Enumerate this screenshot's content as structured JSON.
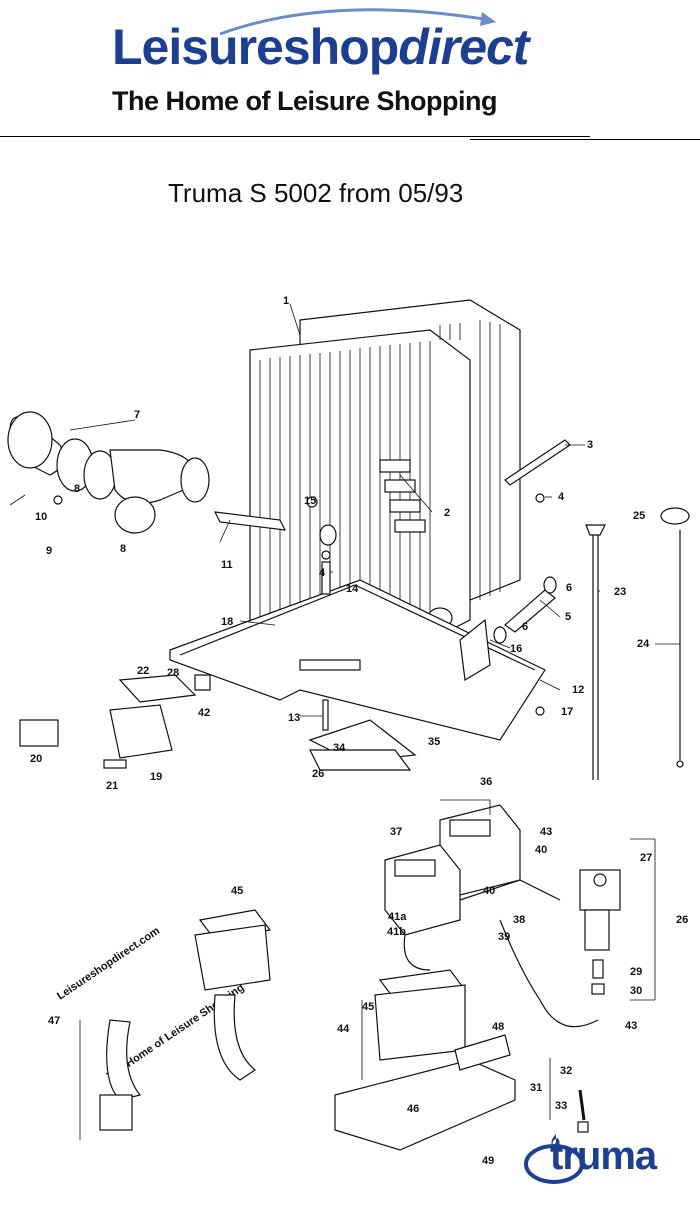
{
  "header": {
    "brand_main": "Leisureshop",
    "brand_accent": "direct",
    "tagline": "The Home of Leisure Shopping",
    "brand_color": "#1d3f91"
  },
  "title": "Truma S 5002 from 05/93",
  "watermark": {
    "line1": "Leisureshopdirect.com",
    "line2": "The Home of Leisure Shopping"
  },
  "diagram": {
    "part_labels": [
      "1",
      "2",
      "3",
      "4",
      "4",
      "5",
      "6",
      "6",
      "7",
      "8",
      "8",
      "9",
      "10",
      "11",
      "12",
      "13",
      "14",
      "15",
      "16",
      "17",
      "18",
      "19",
      "20",
      "21",
      "22",
      "23",
      "24",
      "25",
      "26",
      "26",
      "27",
      "28",
      "29",
      "30",
      "31",
      "32",
      "33",
      "34",
      "35",
      "36",
      "37",
      "38",
      "39",
      "40",
      "40",
      "41a",
      "41b",
      "42",
      "43",
      "43",
      "44",
      "45",
      "45",
      "46",
      "47",
      "48",
      "49"
    ]
  },
  "footer_logo": {
    "text": "truma",
    "color": "#1d3f91"
  }
}
